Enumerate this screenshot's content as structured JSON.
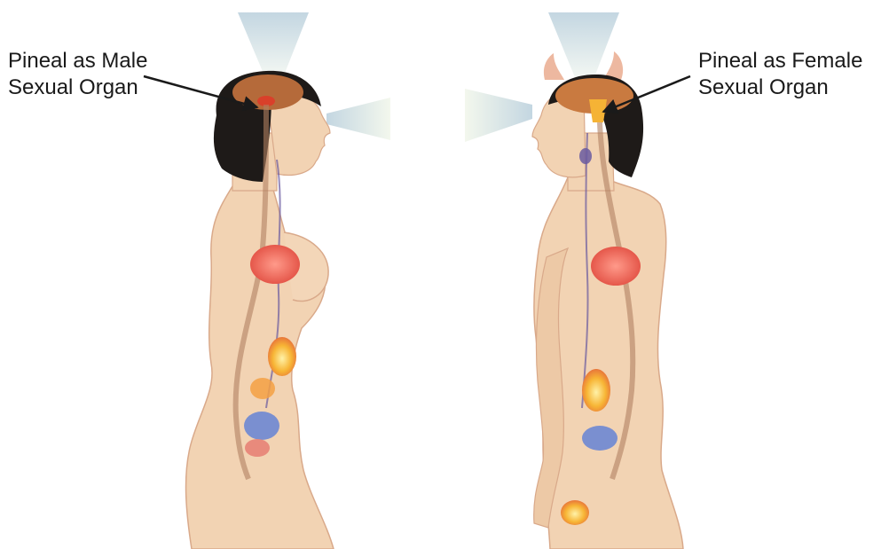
{
  "labels": {
    "male_pineal": {
      "line1": "Pineal as Male",
      "line2": "Sexual Organ"
    },
    "female_pineal": {
      "line1": "Pineal as Female",
      "line2": "Sexual Organ"
    }
  },
  "figures": {
    "left": "female-body-profile",
    "right": "male-body-profile"
  },
  "colors": {
    "skin": "#f2d3b3",
    "skin_outline": "#d9a98a",
    "hair": "#1e1a18",
    "brain": "#b56a3a",
    "heart": "#f07a6a",
    "adrenal": "#f5b335",
    "kidney": "#7a8fd0",
    "light_cone": "#c9dde8",
    "nerve": "#6a5aa0",
    "pointer": "#1a1a1a"
  }
}
